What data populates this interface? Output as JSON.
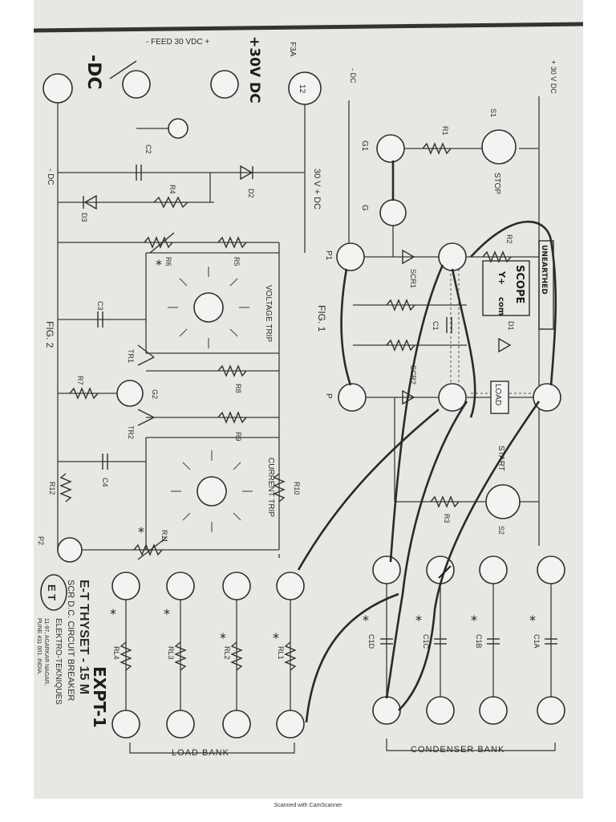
{
  "sheet": {
    "feed": "- FEED 30 VDC +",
    "neg_dc_hand": "-DC",
    "pos_dc_hand": "+30V DC",
    "fuse": "F3A",
    "terminal_12": "12"
  },
  "fig1": {
    "fig_label": "FIG. 1",
    "supply_pos": "+ 30 V DC",
    "supply_neg": "- DC",
    "s1": "S1",
    "r1": "R1",
    "stop": "STOP",
    "g1": "G1",
    "g": "G",
    "p1": "P1",
    "p": "P",
    "r2": "R2",
    "scr1": "SCR1",
    "scr2": "SCR2",
    "c1": "C1",
    "d1": "D1",
    "load": "LOAD",
    "start": "START",
    "r3": "R3",
    "s2": "S2",
    "scope": "SCOPE",
    "scope_pos": "Y+",
    "scope_com": "com",
    "unearthed": "UNEARTHED"
  },
  "fig2": {
    "fig_label": "FIG. 2",
    "neg_dc": "- DC",
    "supply": "30 V + DC",
    "c2": "C2",
    "d2": "D2",
    "d3": "D3",
    "r4": "R4",
    "r5": "R5",
    "r6": "R6",
    "c3": "C3",
    "tr1": "TR1",
    "tr2": "TR2",
    "r7": "R7",
    "g2": "G2",
    "r8": "R8",
    "r9": "R9",
    "c4": "C4",
    "r10": "R10",
    "r11": "R11",
    "r12": "R12",
    "p2": "P2",
    "voltage_trip": "VOLTAGE TRIP",
    "current_trip": "CURRENT TRIP"
  },
  "condenser_bank": {
    "label": "CONDENSER BANK",
    "items": [
      "C1A",
      "C1B",
      "C1C",
      "C1D"
    ]
  },
  "load_bank": {
    "label": "LOAD BANK",
    "items": [
      "RL1",
      "RL2",
      "RL3",
      "RL4"
    ]
  },
  "title_block": {
    "logo": "E T",
    "model": "E-T THYSET - 15 M",
    "subtitle": "SCR D.C. CIRCUIT BREAKER",
    "company": "ELEKTRO-TEKNIQUES",
    "address1": "11-97, AGARKAR NAGAR,",
    "address2": "PUNE 411 001. INDIA.",
    "hand_expt": "EXPT-1"
  },
  "footer": "Scanned with CamScanner"
}
